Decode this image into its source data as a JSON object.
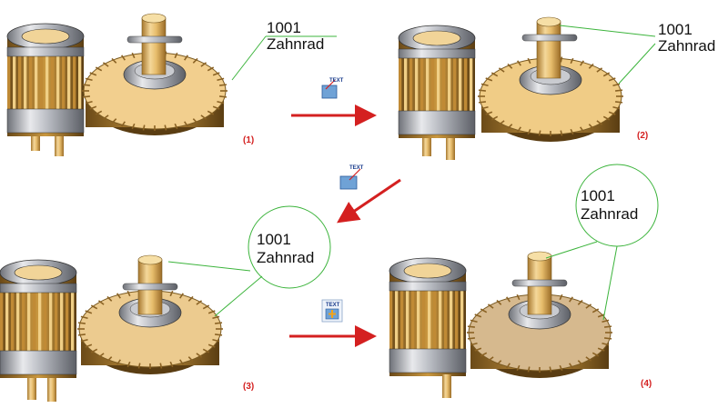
{
  "panels": [
    {
      "step": "(1)",
      "label_line1": "1001",
      "label_line2": "Zahnrad",
      "style": "underline",
      "gear_color": "#f2cf8e"
    },
    {
      "step": "(2)",
      "label_line1": "1001",
      "label_line2": "Zahnrad",
      "style": "plain",
      "gear_color": "#f0cc86"
    },
    {
      "step": "(3)",
      "label_line1": "1001",
      "label_line2": "Zahnrad",
      "style": "circle",
      "gear_color": "#eccb8f"
    },
    {
      "step": "(4)",
      "label_line1": "1001",
      "label_line2": "Zahnrad",
      "style": "circle",
      "gear_color": "#d6b98e"
    }
  ],
  "tool_icons": [
    {
      "name": "text-leader-tool-icon",
      "caption": "TEXT"
    },
    {
      "name": "text-circle-tool-icon",
      "caption": "TEXT"
    },
    {
      "name": "text-color-tool-icon",
      "caption": "TEXT"
    }
  ],
  "colors": {
    "leader": "#3cb43c",
    "arrow": "#d42020",
    "brass": "#e2b25a",
    "steel": "#b9bcc2"
  }
}
